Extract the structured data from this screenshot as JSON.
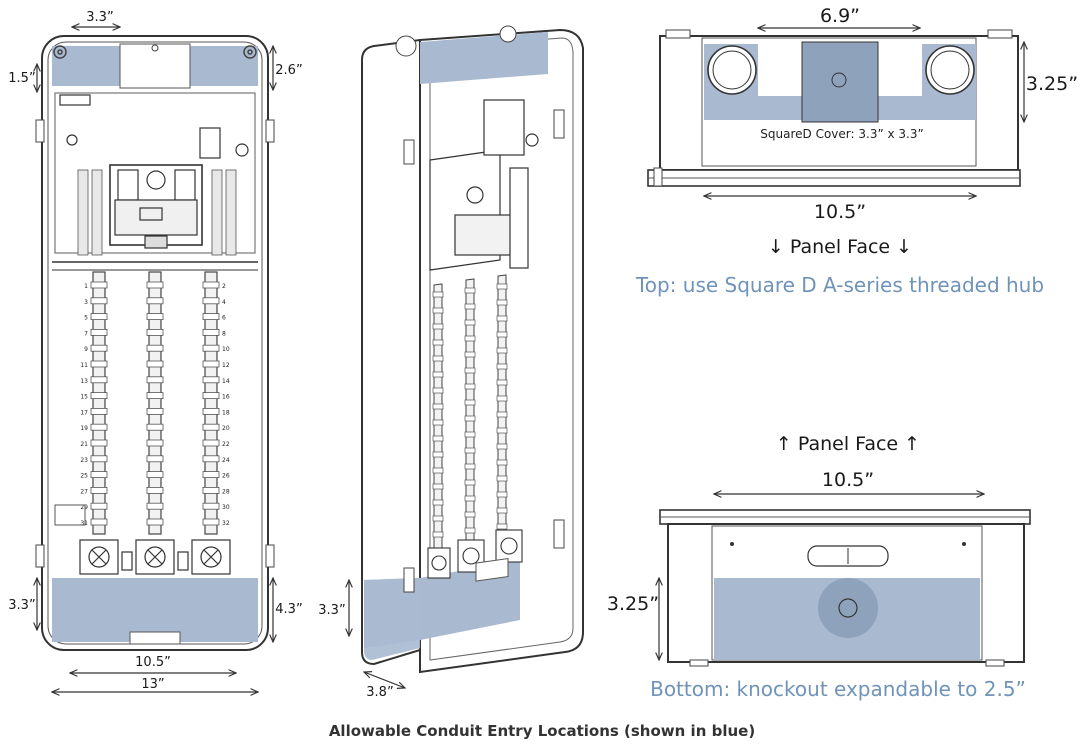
{
  "front_view": {
    "dim_top_width": "3.3”",
    "dim_top_left_height": "1.5”",
    "dim_top_right_height": "2.6”",
    "dim_bottom_left_height": "3.3”",
    "dim_bottom_right_height": "4.3”",
    "dim_inner_width": "10.5”",
    "dim_outer_width": "13”",
    "circuit_numbers_left": [
      "1",
      "3",
      "5",
      "7",
      "9",
      "11",
      "13",
      "15",
      "17",
      "19",
      "21",
      "23",
      "25",
      "27",
      "29",
      "31"
    ],
    "circuit_numbers_right": [
      "2",
      "4",
      "6",
      "8",
      "10",
      "12",
      "14",
      "16",
      "18",
      "20",
      "22",
      "24",
      "26",
      "28",
      "30",
      "32"
    ]
  },
  "iso_view": {
    "dim_height": "3.3”",
    "dim_depth": "3.8”"
  },
  "top_view": {
    "dim_cover_width": "6.9”",
    "dim_depth": "3.25”",
    "cover_label": "SquareD Cover: 3.3” x 3.3”",
    "dim_width": "10.5”",
    "panel_face_label": "↓  Panel Face ↓",
    "caption": "Top: use Square D A-series threaded hub"
  },
  "bottom_view": {
    "panel_face_label": "↑  Panel Face ↑",
    "dim_width": "10.5”",
    "dim_depth": "3.25”",
    "caption": "Bottom: knockout expandable to 2.5”"
  },
  "caption": "Allowable Conduit Entry Locations (shown in blue)",
  "colors": {
    "conduit_blue": "#a9bad0",
    "cover_blue": "#8ea2bc",
    "caption_blue": "#6f93b9",
    "line": "#333333"
  }
}
